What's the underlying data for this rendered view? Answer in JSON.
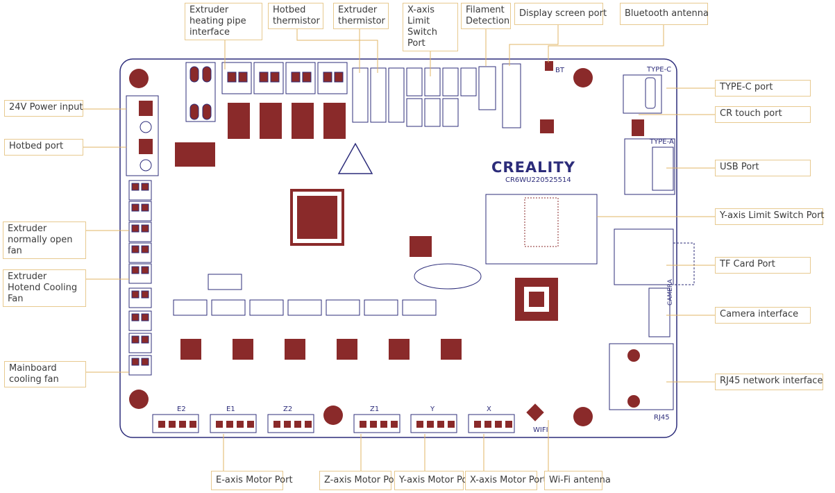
{
  "labels": {
    "extruder_heating_pipe": "Extruder heating pipe interface",
    "hotbed_thermistor": "Hotbed thermistor",
    "extruder_thermistor": "Extruder thermistor",
    "x_limit": "X-axis Limit Switch Port",
    "filament_detection": "Filament Detection",
    "display_port": "Display screen port",
    "bluetooth": "Bluetooth antenna",
    "power_input": "24V Power input",
    "hotbed_port": "Hotbed port",
    "extruder_fan": "Extruder normally open fan",
    "hotend_fan": "Extruder Hotend Cooling Fan",
    "mainboard_fan": "Mainboard cooling fan",
    "type_c": "TYPE-C port",
    "cr_touch": "CR touch port",
    "usb": "USB Port",
    "y_limit": "Y-axis Limit Switch Port",
    "tf_card": "TF Card Port",
    "camera": "Camera interface",
    "rj45": "RJ45 network interface",
    "e_motor": "E-axis Motor Port",
    "z_motor": "Z-axis Motor Port",
    "y_motor": "Y-axis Motor Port",
    "x_motor": "X-axis Motor Port",
    "wifi_antenna": "Wi-Fi antenna"
  },
  "board": {
    "brand": "CREALITY",
    "model": "CR6WU220525514",
    "type_c": "TYPE-C",
    "type_a": "TYPE-A",
    "rj45": "RJ45",
    "wifi": "WIFI",
    "camera": "CAMERA",
    "bt": "BT",
    "motor_e2": "E2",
    "motor_e1": "E1",
    "motor_z2": "Z2",
    "motor_z1": "Z1",
    "motor_y": "Y",
    "motor_x": "X"
  },
  "colors": {
    "board": "#ffffff",
    "silkscreen": "#2c2c7a",
    "pad": "#8a2a2a",
    "callout_border": "#e7c98f",
    "leader": "#e0b565"
  }
}
